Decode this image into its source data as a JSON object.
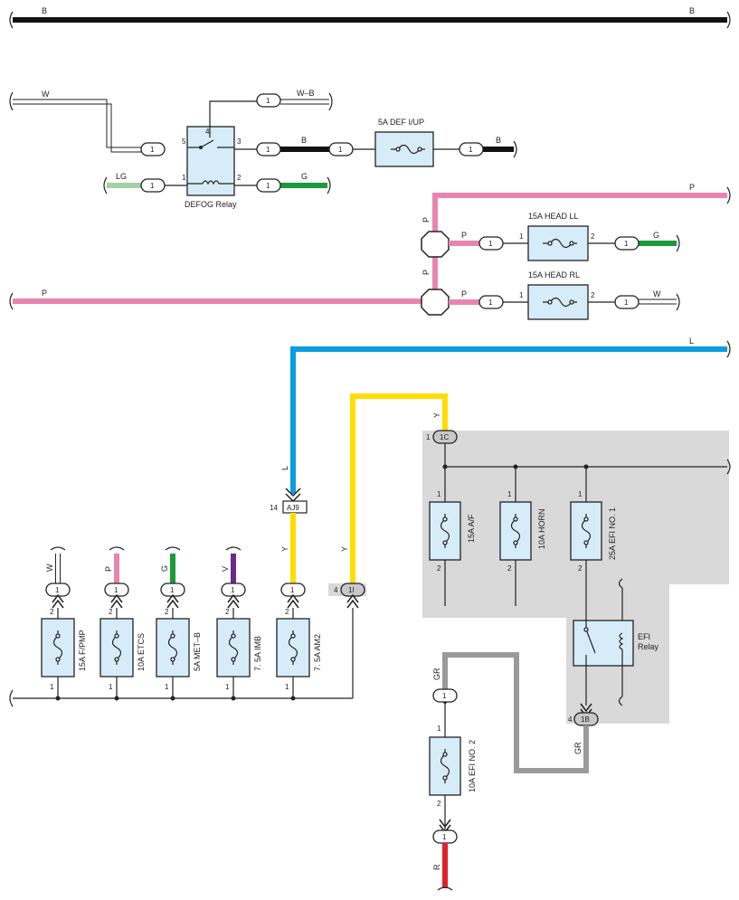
{
  "wire_colors": {
    "B": "#111111",
    "W": "#ffffff",
    "W-B": "#ffffff",
    "LG": "#9fd39f",
    "G": "#1a9a3a",
    "P": "#e884b0",
    "L": "#0b9de0",
    "Y": "#ffdd00",
    "V": "#6a2c8c",
    "GR": "#9a9a9a",
    "R": "#e0202a"
  },
  "top_bus": {
    "left_label": "B",
    "right_label": "B"
  },
  "defog": {
    "relay_label": "DEFOG Relay",
    "pins": {
      "p4": "4",
      "p5": "5",
      "p3": "3",
      "p1": "1",
      "p2": "2"
    },
    "wire_w_label": "W",
    "wire_wb_label": "W–B",
    "wire_b_label": "B",
    "wire_lg_label": "LG",
    "wire_g_label": "G",
    "fuse_label": "5A DEF I/UP",
    "fuse_out_label": "B",
    "conn_num": "1"
  },
  "head": {
    "top_p_label": "P",
    "vert_p1": "P",
    "vert_p2": "P",
    "ll_label": "15A HEAD LL",
    "rl_label": "15A HEAD RL",
    "ll_in": "P",
    "rl_in": "P",
    "ll_out": "G",
    "rl_out": "W",
    "pin1": "1",
    "pin2": "2",
    "left_p_label": "P"
  },
  "l_wire": {
    "right_label": "L",
    "vert_label": "L",
    "conn_label": "AJ9",
    "conn_pin": "14"
  },
  "y_wire": {
    "vert_label": "Y",
    "top_label": "Y",
    "left_vert": "Y",
    "conn_1i": "1I",
    "conn_1i_pin": "4"
  },
  "grey_block": {
    "conn_1c": "1C",
    "conn_1c_pin": "1",
    "fuses": [
      {
        "name": "15A A/F",
        "p1": "1",
        "p2": "2"
      },
      {
        "name": "10A HORN",
        "p1": "1",
        "p2": "2"
      },
      {
        "name": "25A EFI NO. 1",
        "p1": "1",
        "p2": "2"
      }
    ],
    "efi_relay": "EFI\nRelay",
    "efi_relay_l1": "EFI",
    "efi_relay_l2": "Relay",
    "conn_1b": "1B",
    "conn_1b_pin": "4",
    "gr_label": "GR"
  },
  "bottom_fuses": [
    {
      "name": "15A F/PMP",
      "wire": "W",
      "p1": "1",
      "p2": "2"
    },
    {
      "name": "10A ETCS",
      "wire": "P",
      "p1": "1",
      "p2": "2"
    },
    {
      "name": "5A MET–B",
      "wire": "G",
      "p1": "1",
      "p2": "2"
    },
    {
      "name": "7. 5A IMB",
      "wire": "V",
      "p1": "1",
      "p2": "2"
    },
    {
      "name": "7. 5A AM2",
      "wire": "Y",
      "p1": "1",
      "p2": "2"
    }
  ],
  "efi2": {
    "name": "10A EFI NO. 2",
    "top_wire": "GR",
    "bottom_wire": "R",
    "p1": "1",
    "p2": "2"
  }
}
